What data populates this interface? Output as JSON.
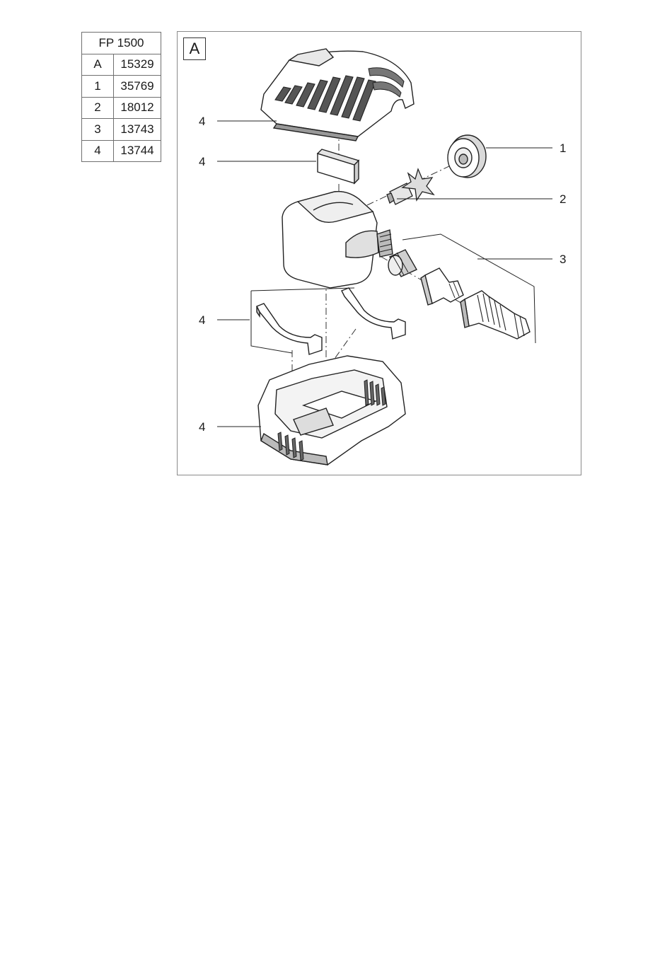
{
  "table": {
    "header": "FP 1500",
    "rows": [
      {
        "key": "A",
        "number": "15329"
      },
      {
        "key": "1",
        "number": "35769"
      },
      {
        "key": "2",
        "number": "18012"
      },
      {
        "key": "3",
        "number": "13743"
      },
      {
        "key": "4",
        "number": "13744"
      }
    ]
  },
  "diagram": {
    "panel_letter": "A",
    "callouts": {
      "top_cover": "4",
      "foam_pad": "4",
      "clips": "4",
      "base": "4",
      "cap": "1",
      "rotor": "2",
      "adapters": "3"
    }
  }
}
